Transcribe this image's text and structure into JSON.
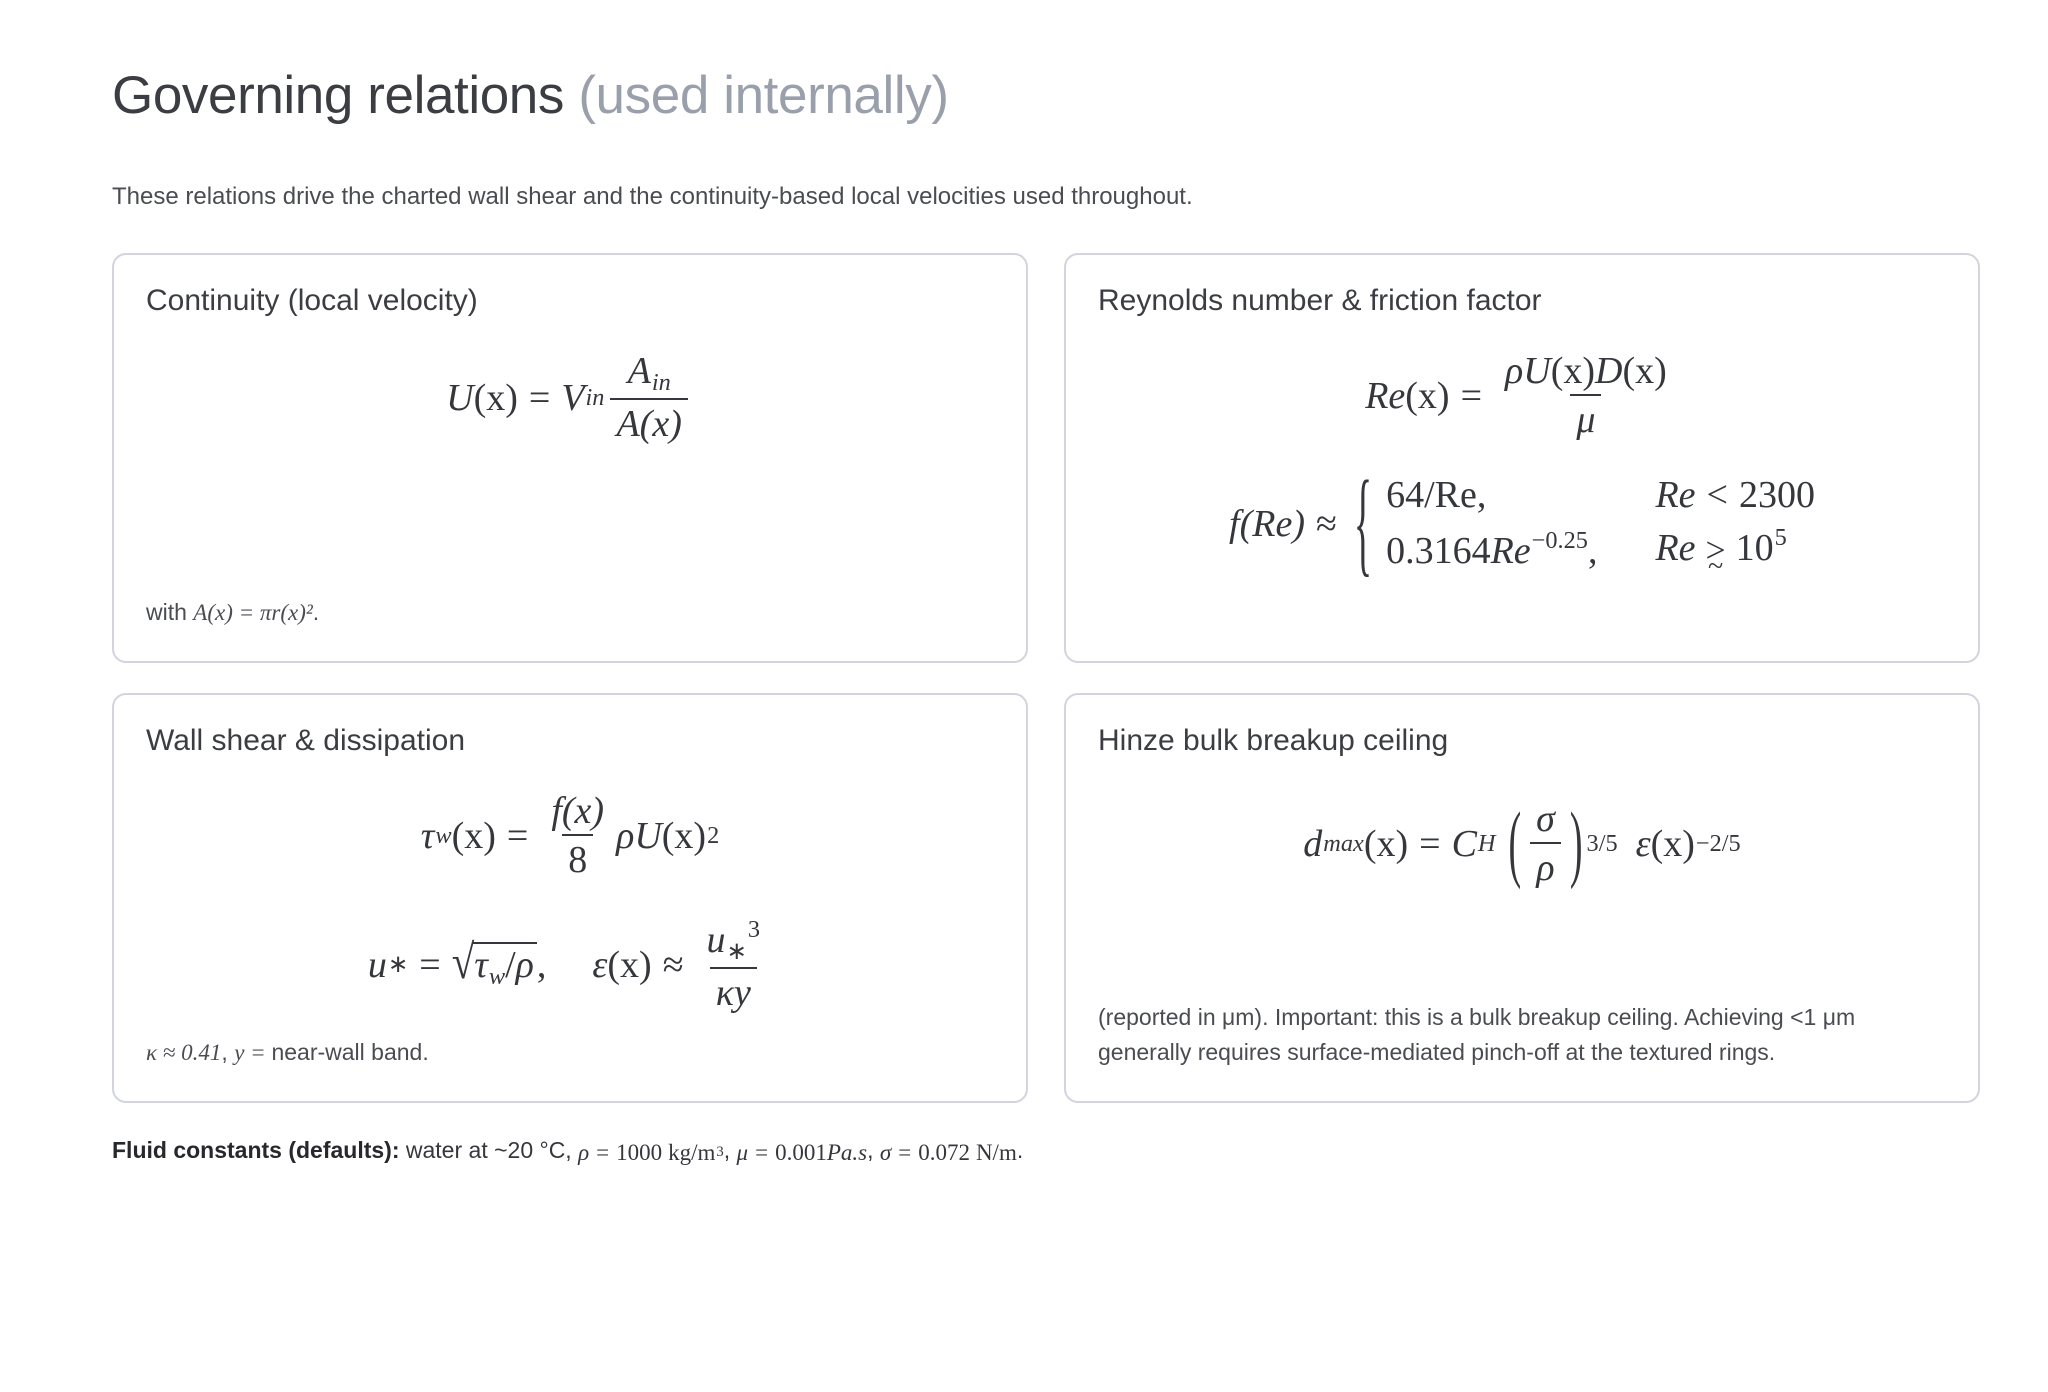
{
  "header": {
    "title_main": "Governing relations ",
    "title_muted": "(used internally)",
    "subtitle": "These relations drive the charted wall shear and the continuity-based local velocities used throughout."
  },
  "cards": [
    {
      "id": "continuity",
      "title": "Continuity (local velocity)",
      "formula_text": "U(x) = V_in · A_in / A(x)",
      "formula_parts": {
        "lhs": "U",
        "lhs_arg": "(x)",
        "equals": "=",
        "v": "V",
        "v_sub": "in",
        "num": "A",
        "num_sub": "in",
        "den": "A(x)"
      },
      "note_prefix": "with ",
      "note_math": "A(x) = πr(x)²",
      "note_suffix": "."
    },
    {
      "id": "reynolds",
      "title": "Reynolds number & friction factor",
      "formula1_text": "Re(x) = ρU(x)D(x) / μ",
      "formula1_parts": {
        "lhs": "Re",
        "lhs_arg": "(x)",
        "equals": "=",
        "num_rho": "ρ",
        "num_u": "U",
        "num_u_arg": "(x)",
        "num_d": "D",
        "num_d_arg": "(x)",
        "den_mu": "μ"
      },
      "formula2_text": "f(Re) ≈ { 64/Re, Re < 2300 ; 0.3164Re^-0.25, Re ≳ 10^5 }",
      "formula2_parts": {
        "lhs_f": "f",
        "lhs_arg": "(Re)",
        "approx": "≈",
        "case1_value": "64/Re,",
        "case1_cond_re": "Re",
        "case1_cond_op": "<",
        "case1_cond_num": "2300",
        "case2_coef": "0.3164",
        "case2_re": "Re",
        "case2_exp": "−0.25",
        "case2_comma": ",",
        "case2_cond_re": "Re",
        "case2_cond_base": "10",
        "case2_cond_exp": "5"
      }
    },
    {
      "id": "wall-shear",
      "title": "Wall shear & dissipation",
      "formula1_text": "τ_w(x) = f(x)/8 · ρU(x)²",
      "formula1_parts": {
        "tau": "τ",
        "tau_sub": "w",
        "tau_arg": "(x)",
        "equals": "=",
        "num": "f(x)",
        "den": "8",
        "rho": "ρ",
        "u": "U",
        "u_arg": "(x)",
        "u_exp": "2"
      },
      "formula2_text": "u_* = √(τ_w/ρ),   ε(x) ≈ u_*³/(κy)",
      "formula2_parts": {
        "ustar": "u",
        "ustar_sub": "∗",
        "equals": "=",
        "radicand_tau": "τ",
        "radicand_tau_sub": "w",
        "radicand_slash": "/",
        "radicand_rho": "ρ",
        "comma": ",",
        "eps": "ε",
        "eps_arg": "(x)",
        "approx": "≈",
        "num_u": "u",
        "num_sub": "∗",
        "num_exp": "3",
        "den_kappa": "κ",
        "den_y": "y"
      },
      "note_math_kappa": "κ ≈ 0.41",
      "note_comma": ", ",
      "note_math_y": "y",
      "note_eq": " = ",
      "note_text": "near-wall band."
    },
    {
      "id": "hinze",
      "title": "Hinze bulk breakup ceiling",
      "formula_text": "d_max(x) = C_H (σ/ρ)^{3/5} ε(x)^{-2/5}",
      "formula_parts": {
        "d": "d",
        "d_sub": "max",
        "d_arg": "(x)",
        "equals": "=",
        "c": "C",
        "c_sub": "H",
        "sigma": "σ",
        "rho": "ρ",
        "exp1": "3/5",
        "eps": "ε",
        "eps_arg": "(x)",
        "exp2": "−2/5"
      },
      "note": "(reported in μm). Important: this is a bulk breakup ceiling. Achieving <1 μm generally requires surface-mediated pinch-off at the textured rings."
    }
  ],
  "footer": {
    "label": "Fluid constants (defaults):",
    "text_water": " water at ~20 °C, ",
    "rho_sym": "ρ",
    "rho_eq": "=",
    "rho_val": "1000",
    "rho_unit": "kg/m",
    "rho_unit_exp": "3",
    "sep1": ", ",
    "mu_sym": "μ",
    "mu_eq": "=",
    "mu_val": "0.001",
    "mu_unit": "Pa.s",
    "sep2": ", ",
    "sigma_sym": "σ",
    "sigma_eq": "=",
    "sigma_val": "0.072",
    "sigma_unit": "N/m",
    "period": "."
  },
  "colors": {
    "card_border": "#d2d4de",
    "title_dark": "#3b3d42",
    "title_muted": "#9aa0ab",
    "body_text": "#4a4c52",
    "background": "#ffffff"
  }
}
